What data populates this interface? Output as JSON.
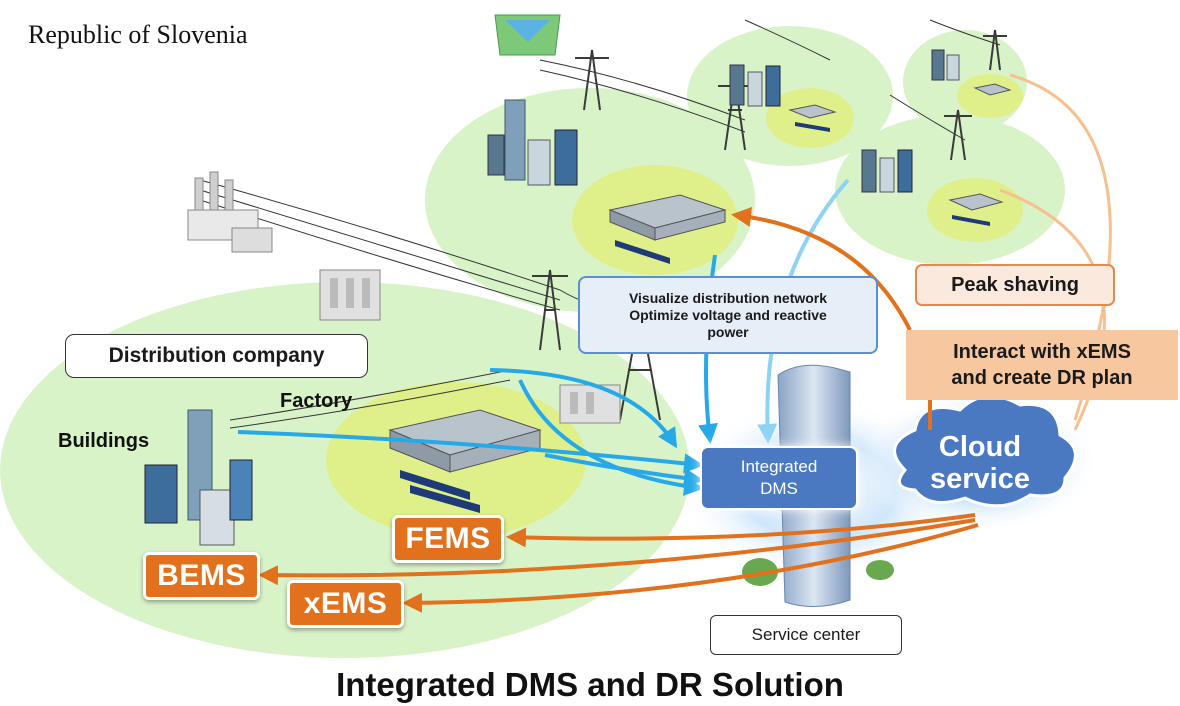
{
  "country": "Republic of Slovenia",
  "title": "Integrated DMS and DR Solution",
  "labels": {
    "distribution_company": "Distribution company",
    "factory": "Factory",
    "buildings": "Buildings",
    "service_center": "Service center",
    "peak_shaving": "Peak shaving",
    "interact": [
      "Interact with xEMS",
      "and create DR plan"
    ],
    "visualize": [
      "Visualize distribution network",
      "Optimize voltage and reactive",
      "power"
    ],
    "integrated_dms": [
      "Integrated",
      "DMS"
    ],
    "cloud": [
      "Cloud",
      "service"
    ],
    "fems": "FEMS",
    "bems": "BEMS",
    "xems": "xEMS"
  },
  "colors": {
    "orange": "#e2711d",
    "light_orange": "#f6c08f",
    "blue_arrow": "#27a9e8",
    "light_blue_arrow": "#8fd3f4",
    "region_green": "#d9f3c9",
    "yellow_green": "#dff08a",
    "dms_blue": "#4a79c1"
  }
}
